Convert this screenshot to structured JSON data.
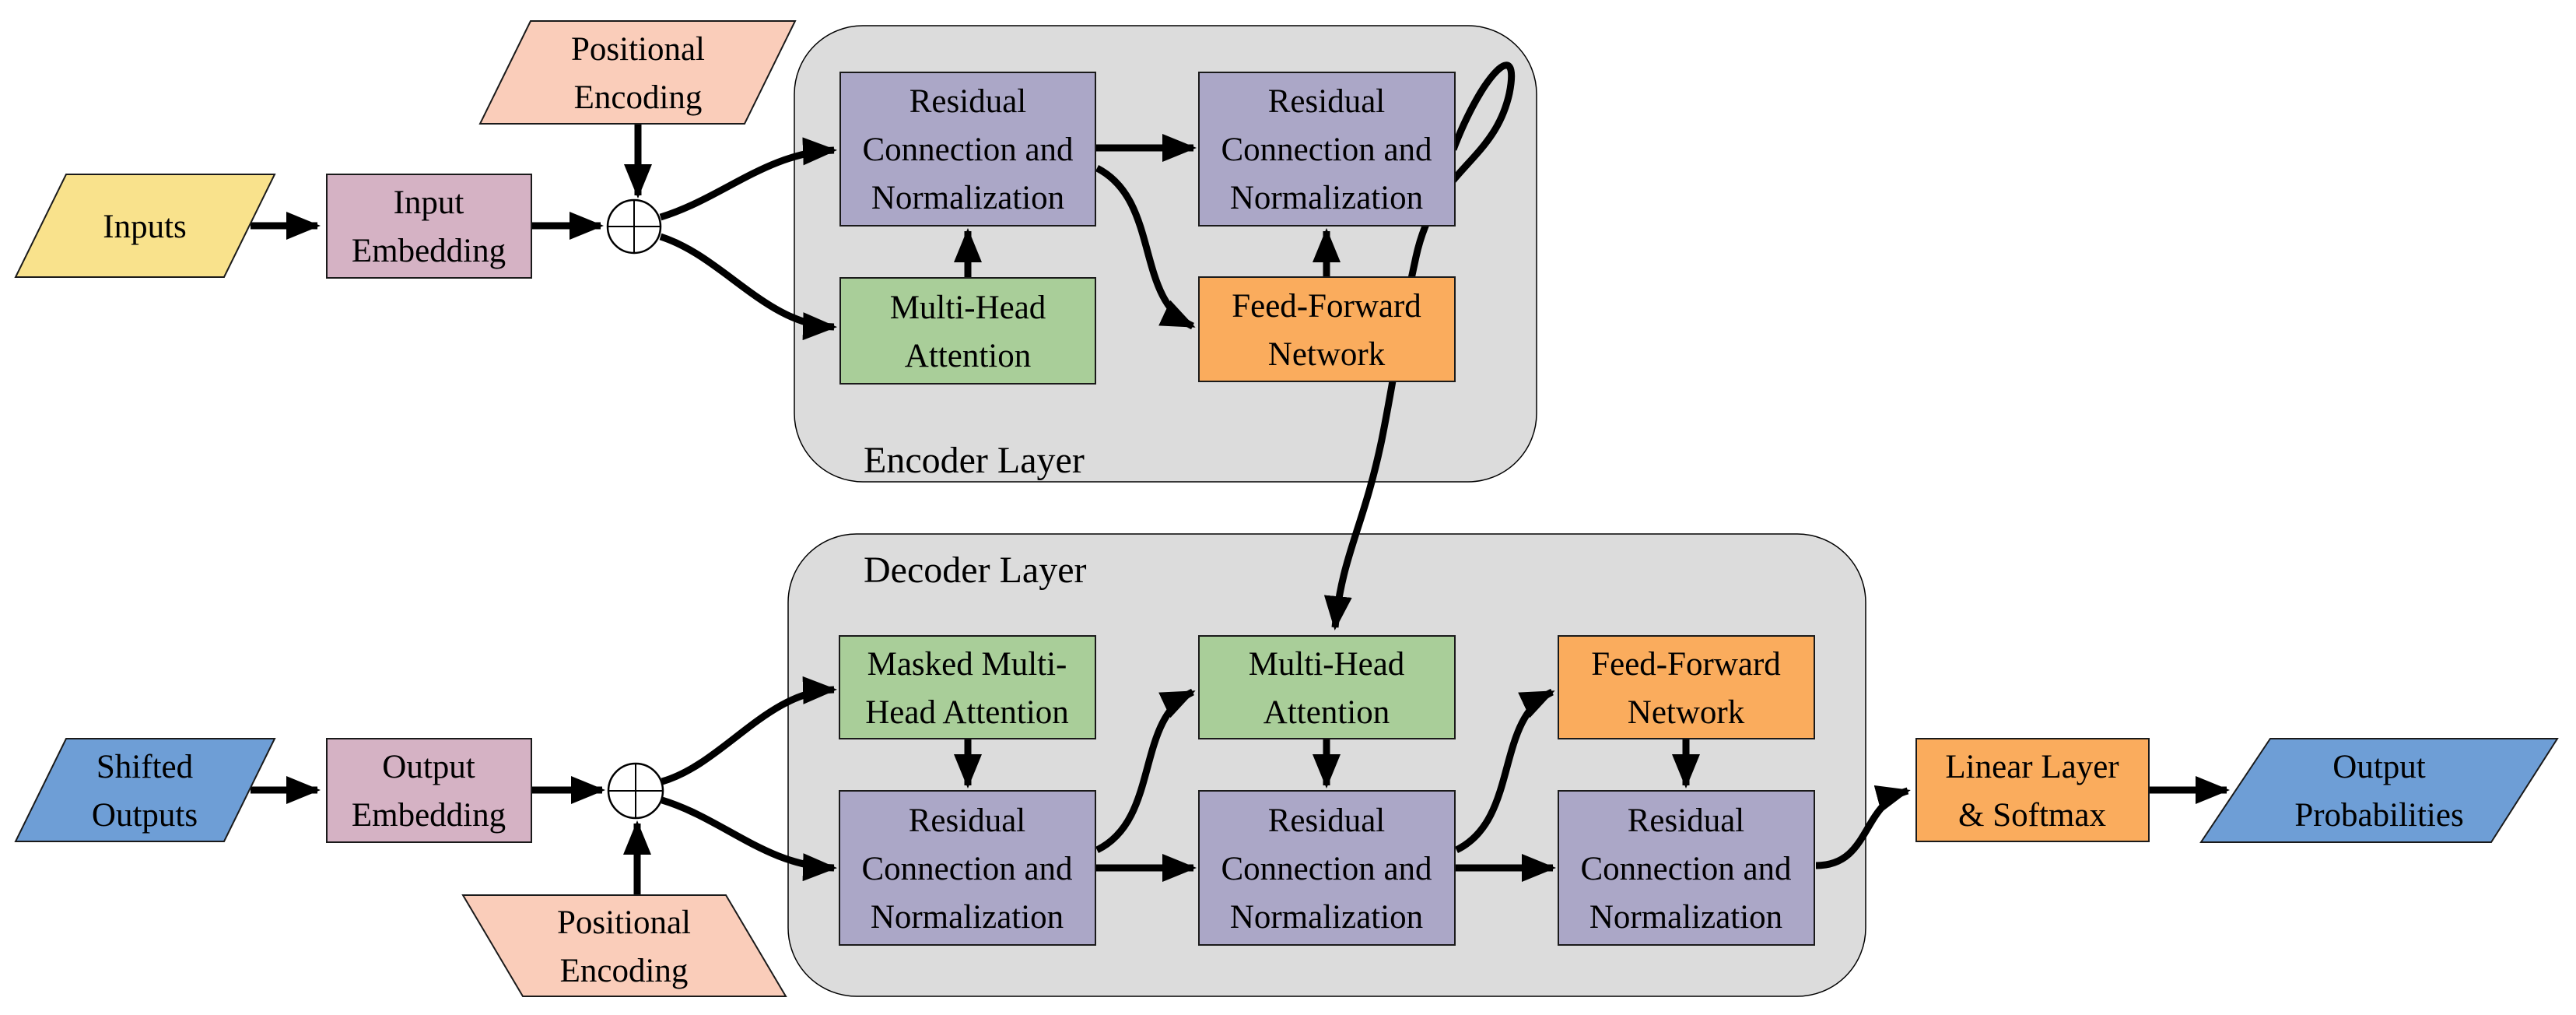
{
  "diagram": {
    "type": "transformer-architecture-flowchart",
    "containers": {
      "encoder": {
        "label": "Encoder Layer"
      },
      "decoder": {
        "label": "Decoder Layer"
      }
    },
    "nodes": {
      "inputs": {
        "lines": [
          "Inputs"
        ],
        "shape": "parallelogram"
      },
      "input_embedding": {
        "lines": [
          "Input",
          "Embedding"
        ],
        "shape": "rect"
      },
      "positional_encoding_top": {
        "lines": [
          "Positional",
          "Encoding"
        ],
        "shape": "parallelogram"
      },
      "rcn_enc_1": {
        "lines": [
          "Residual",
          "Connection and",
          "Normalization"
        ],
        "shape": "rect"
      },
      "rcn_enc_2": {
        "lines": [
          "Residual",
          "Connection and",
          "Normalization"
        ],
        "shape": "rect"
      },
      "multi_head_attention_enc": {
        "lines": [
          "Multi-Head",
          "Attention"
        ],
        "shape": "rect"
      },
      "feed_forward_enc": {
        "lines": [
          "Feed-Forward",
          "Network"
        ],
        "shape": "rect"
      },
      "shifted_outputs": {
        "lines": [
          "Shifted",
          "Outputs"
        ],
        "shape": "parallelogram"
      },
      "output_embedding": {
        "lines": [
          "Output",
          "Embedding"
        ],
        "shape": "rect"
      },
      "positional_encoding_bottom": {
        "lines": [
          "Positional",
          "Encoding"
        ],
        "shape": "parallelogram"
      },
      "masked_multi_head_attention": {
        "lines": [
          "Masked Multi-",
          "Head Attention"
        ],
        "shape": "rect"
      },
      "rcn_dec_1": {
        "lines": [
          "Residual",
          "Connection and",
          "Normalization"
        ],
        "shape": "rect"
      },
      "multi_head_attention_dec": {
        "lines": [
          "Multi-Head",
          "Attention"
        ],
        "shape": "rect"
      },
      "rcn_dec_2": {
        "lines": [
          "Residual",
          "Connection and",
          "Normalization"
        ],
        "shape": "rect"
      },
      "feed_forward_dec": {
        "lines": [
          "Feed-Forward",
          "Network"
        ],
        "shape": "rect"
      },
      "rcn_dec_3": {
        "lines": [
          "Residual",
          "Connection and",
          "Normalization"
        ],
        "shape": "rect"
      },
      "linear_softmax": {
        "lines": [
          "Linear Layer",
          "& Softmax"
        ],
        "shape": "rect"
      },
      "output_probabilities": {
        "lines": [
          "Output",
          "Probabilities"
        ],
        "shape": "parallelogram"
      }
    },
    "icons": {
      "add_top": "circled-plus",
      "add_bottom": "circled-plus"
    },
    "colors": {
      "yellow": "#F9E28C",
      "mauve": "#D5B2C4",
      "salmon": "#FACDBA",
      "purple": "#ABA7C7",
      "green": "#A9CE99",
      "orange": "#FAAC5D",
      "blue": "#6E9ED6",
      "container_gray": "#DCDCDC"
    }
  }
}
